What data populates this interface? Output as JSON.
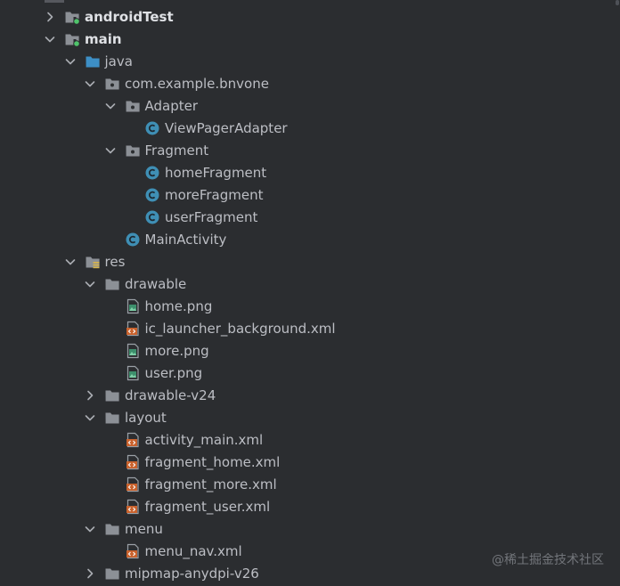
{
  "tree": {
    "items": [
      {
        "label": "androidTest",
        "icon": "module-test-folder-icon",
        "level": 0,
        "expand": "collapsed",
        "bold": true
      },
      {
        "label": "main",
        "icon": "module-main-folder-icon",
        "level": 0,
        "expand": "expanded",
        "bold": true
      },
      {
        "label": "java",
        "icon": "source-folder-icon",
        "level": 1,
        "expand": "expanded",
        "bold": false
      },
      {
        "label": "com.example.bnvone",
        "icon": "package-icon",
        "level": 2,
        "expand": "expanded",
        "bold": false
      },
      {
        "label": "Adapter",
        "icon": "package-icon",
        "level": 3,
        "expand": "expanded",
        "bold": false
      },
      {
        "label": "ViewPagerAdapter",
        "icon": "class-icon",
        "level": 4,
        "expand": "none",
        "bold": false
      },
      {
        "label": "Fragment",
        "icon": "package-icon",
        "level": 3,
        "expand": "expanded",
        "bold": false
      },
      {
        "label": "homeFragment",
        "icon": "class-icon",
        "level": 4,
        "expand": "none",
        "bold": false
      },
      {
        "label": "moreFragment",
        "icon": "class-icon",
        "level": 4,
        "expand": "none",
        "bold": false
      },
      {
        "label": "userFragment",
        "icon": "class-icon",
        "level": 4,
        "expand": "none",
        "bold": false
      },
      {
        "label": "MainActivity",
        "icon": "class-icon",
        "level": 3,
        "expand": "none",
        "bold": false
      },
      {
        "label": "res",
        "icon": "resources-folder-icon",
        "level": 1,
        "expand": "expanded",
        "bold": false
      },
      {
        "label": "drawable",
        "icon": "folder-icon",
        "level": 2,
        "expand": "expanded",
        "bold": false
      },
      {
        "label": "home.png",
        "icon": "image-file-icon",
        "level": 3,
        "expand": "none",
        "bold": false
      },
      {
        "label": "ic_launcher_background.xml",
        "icon": "xml-file-icon",
        "level": 3,
        "expand": "none",
        "bold": false
      },
      {
        "label": "more.png",
        "icon": "image-file-icon",
        "level": 3,
        "expand": "none",
        "bold": false
      },
      {
        "label": "user.png",
        "icon": "image-file-icon",
        "level": 3,
        "expand": "none",
        "bold": false
      },
      {
        "label": "drawable-v24",
        "icon": "folder-icon",
        "level": 2,
        "expand": "collapsed",
        "bold": false
      },
      {
        "label": "layout",
        "icon": "folder-icon",
        "level": 2,
        "expand": "expanded",
        "bold": false
      },
      {
        "label": "activity_main.xml",
        "icon": "xml-file-icon",
        "level": 3,
        "expand": "none",
        "bold": false
      },
      {
        "label": "fragment_home.xml",
        "icon": "xml-file-icon",
        "level": 3,
        "expand": "none",
        "bold": false
      },
      {
        "label": "fragment_more.xml",
        "icon": "xml-file-icon",
        "level": 3,
        "expand": "none",
        "bold": false
      },
      {
        "label": "fragment_user.xml",
        "icon": "xml-file-icon",
        "level": 3,
        "expand": "none",
        "bold": false
      },
      {
        "label": "menu",
        "icon": "folder-icon",
        "level": 2,
        "expand": "expanded",
        "bold": false
      },
      {
        "label": "menu_nav.xml",
        "icon": "xml-file-icon",
        "level": 3,
        "expand": "none",
        "bold": false
      },
      {
        "label": "mipmap-anydpi-v26",
        "icon": "folder-icon",
        "level": 2,
        "expand": "collapsed",
        "bold": false
      }
    ]
  },
  "watermark": "@稀土掘金技术社区",
  "colors": {
    "background": "#2b2d30",
    "text": "#bcbec4",
    "folder": "#8c9096",
    "source_folder": "#3d8fc6",
    "class": "#3f8fb5",
    "xml": "#c9622d",
    "module_dot": "#4fc36b"
  }
}
